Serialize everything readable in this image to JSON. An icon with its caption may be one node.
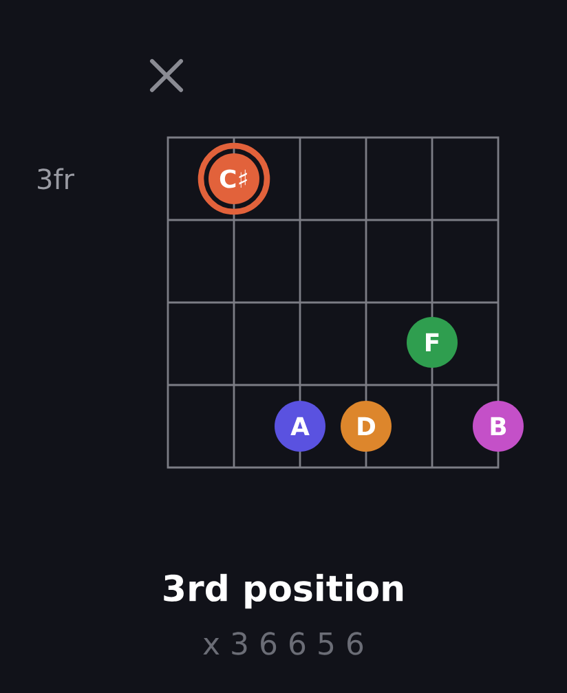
{
  "diagram": {
    "title": "3rd position",
    "nodes": [
      {
        "text": [
          "C♯"
        ]
      },
      {
        "text": [
          "F"
        ]
      },
      {
        "text": [
          "A"
        ]
      },
      {
        "text": [
          "D"
        ]
      },
      {
        "text": [
          "B"
        ]
      }
    ],
    "labels": [
      "3fr",
      "x 3 6 6 5 6"
    ]
  }
}
